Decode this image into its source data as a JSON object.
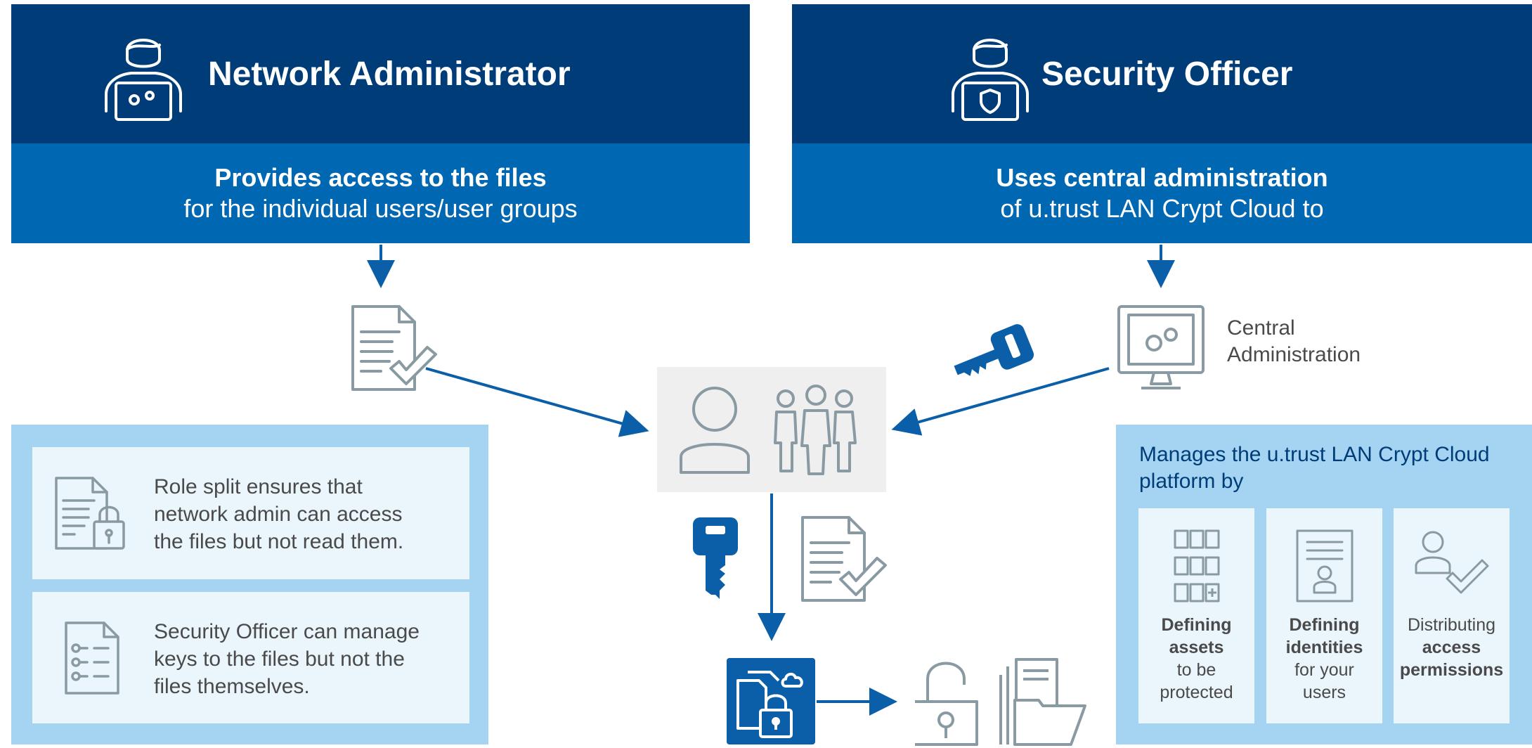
{
  "left_header": {
    "title": "Network Administrator",
    "subtitle_bold": "Provides access to the files",
    "subtitle": "for the individual users/user groups"
  },
  "right_header": {
    "title": "Security Officer",
    "subtitle_bold": "Uses central administration",
    "subtitle": "of u.trust LAN Crypt Cloud to"
  },
  "central_admin": {
    "line1": "Central",
    "line2": "Administration"
  },
  "left_panel": {
    "cards": [
      {
        "line1": "Role split ensures that",
        "line2": "network admin can access",
        "line3": "the files but not read them."
      },
      {
        "line1": "Security Officer can manage",
        "line2": "keys to the files but not the",
        "line3": "files themselves."
      }
    ]
  },
  "right_panel": {
    "title_line1": "Manages the u.trust LAN Crypt Cloud",
    "title_line2": "platform by",
    "tiles": [
      {
        "bold1": "Defining",
        "bold2": "assets",
        "reg1": "to be",
        "reg2": "protected"
      },
      {
        "bold1": "Defining",
        "bold2": "identities",
        "reg1": "for your",
        "reg2": "users"
      },
      {
        "reg1": "Distributing",
        "bold1": "access",
        "bold2": "permissions"
      }
    ]
  },
  "colors": {
    "dark_blue": "#003d78",
    "mid_blue": "#0067b3",
    "light_blue": "#a5d4f3",
    "pale_blue": "#eaf5fc",
    "icon_gray": "#8a9aa3",
    "arrow_blue": "#0b5fa8"
  }
}
